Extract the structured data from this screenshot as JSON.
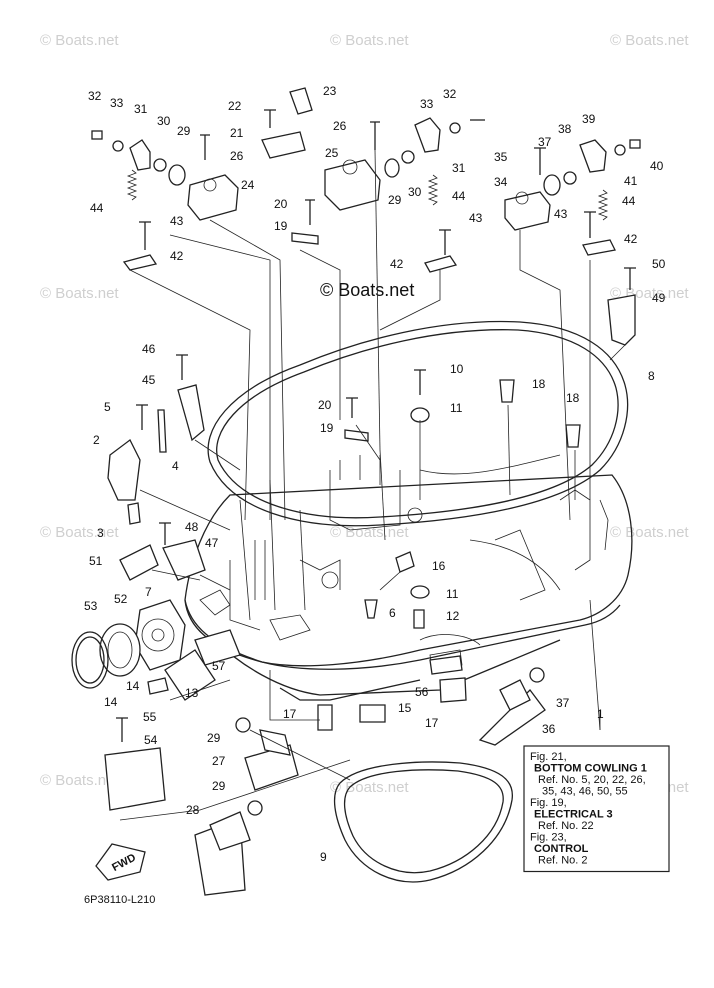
{
  "watermark_text": "© Boats.net",
  "center_mark": "© Boats.net",
  "diagram_code": "6P38110-L210",
  "fwd_label": "FWD",
  "part_labels": [
    "1",
    "2",
    "3",
    "4",
    "5",
    "6",
    "7",
    "8",
    "9",
    "10",
    "11",
    "12",
    "13",
    "14",
    "15",
    "16",
    "17",
    "18",
    "19",
    "20",
    "21",
    "22",
    "23",
    "24",
    "25",
    "26",
    "27",
    "28",
    "29",
    "30",
    "31",
    "32",
    "33",
    "34",
    "35",
    "36",
    "37",
    "38",
    "39",
    "40",
    "41",
    "42",
    "43",
    "44",
    "45",
    "46",
    "47",
    "48",
    "49",
    "50",
    "51",
    "52",
    "53",
    "54",
    "55",
    "56",
    "57"
  ],
  "reference_box": {
    "lines": [
      "Fig. 21,",
      "BOTTOM COWLING 1",
      "Ref. No. 5, 20, 22, 26,",
      "35, 43, 46, 50, 55",
      "Fig. 19,",
      "ELECTRICAL 3",
      "Ref. No. 22",
      "Fig. 23,",
      "CONTROL",
      "Ref. No. 2"
    ]
  }
}
